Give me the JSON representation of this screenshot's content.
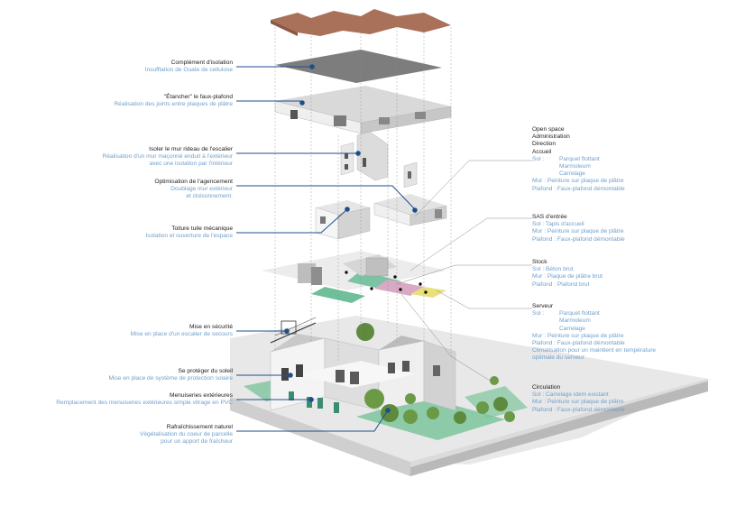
{
  "colors": {
    "accent_blue": "#1f4e8c",
    "subtitle_blue": "#6f9fcc",
    "roof_tile": "#a9705a",
    "floor_green": "#6fbf9a",
    "floor_pink": "#d9a9c4",
    "floor_yellow": "#e8e07a"
  },
  "left_labels": [
    {
      "title": "Complément d'isolation",
      "sub": [
        "Insufflation de Ouate de cellulose"
      ]
    },
    {
      "title": "\"Étancher\" le faux-plafond",
      "sub": [
        "Réalisation des joints entre plaques de plâtre"
      ]
    },
    {
      "title": "Isoler le mur rideau de l'escalier",
      "sub": [
        "Réalisation d'un mur maçonné enduit à l'extérieur",
        "avec une isolation par l'intérieur"
      ]
    },
    {
      "title": "Optimisation de l'agencement",
      "sub": [
        "Doublage mur extérieur",
        "et cloisonnement."
      ]
    },
    {
      "title": "Toiture tuile mécanique",
      "sub": [
        "Isolation et ouverture de l'espace"
      ]
    },
    {
      "title": "Mise en sécurité",
      "sub": [
        "Mise en place d'un escalier de secours"
      ]
    },
    {
      "title": "Se protéger du soleil",
      "sub": [
        "Mise en place de système de protection solaire"
      ]
    },
    {
      "title": "Menuiseries extérieures",
      "sub": [
        "Remplacement des menuiseries extérieures simple vitrage en PVC"
      ]
    },
    {
      "title": "Rafraîchissement naturel",
      "sub": [
        "Végétalisation du coeur de parcelle",
        "pour un apport de fraîcheur"
      ]
    }
  ],
  "right_labels": {
    "open_space": {
      "titles": [
        "Open space",
        "Administration",
        "Direction",
        "Accueil"
      ],
      "sol_key": "Sol :",
      "sol_values": [
        "Parquet flottant",
        "Marmoleum",
        "Carrelage"
      ],
      "mur": "Mur :      Peinture sur plaque de plâtre",
      "plafond": "Plafond : Faux-plafond démontable"
    },
    "sas": {
      "title": "SAS d'entrée",
      "sol": "Sol :       Tapis d'accueil",
      "mur": "Mur :      Peinture sur plaque de plâtre",
      "plafond": "Plafond : Faux-plafond démontable"
    },
    "stock": {
      "title": "Stock",
      "sol": "Sol :       Béton brut",
      "mur": "Mur :       Plaque de plâtre brut",
      "plafond": "Plafond : Plafond brut"
    },
    "serveur": {
      "title": "Serveur",
      "sol_key": "Sol :",
      "sol_values": [
        "Parquet flottant",
        "Marmoleum",
        "Carrelage"
      ],
      "mur": "Mur :      Peinture sur plaque de plâtre",
      "plafond": "Plafond : Faux-plafond démontable",
      "note": [
        "Climatisation pour un maintient en température",
        "optimale du serveur"
      ]
    },
    "circulation": {
      "title": "Circulation",
      "sol": "Sol :       Carrelage idem existant",
      "mur": "Mur :      Peinture sur plaque de plâtre",
      "plafond": "Plafond : Faux-plafond démontable"
    }
  }
}
